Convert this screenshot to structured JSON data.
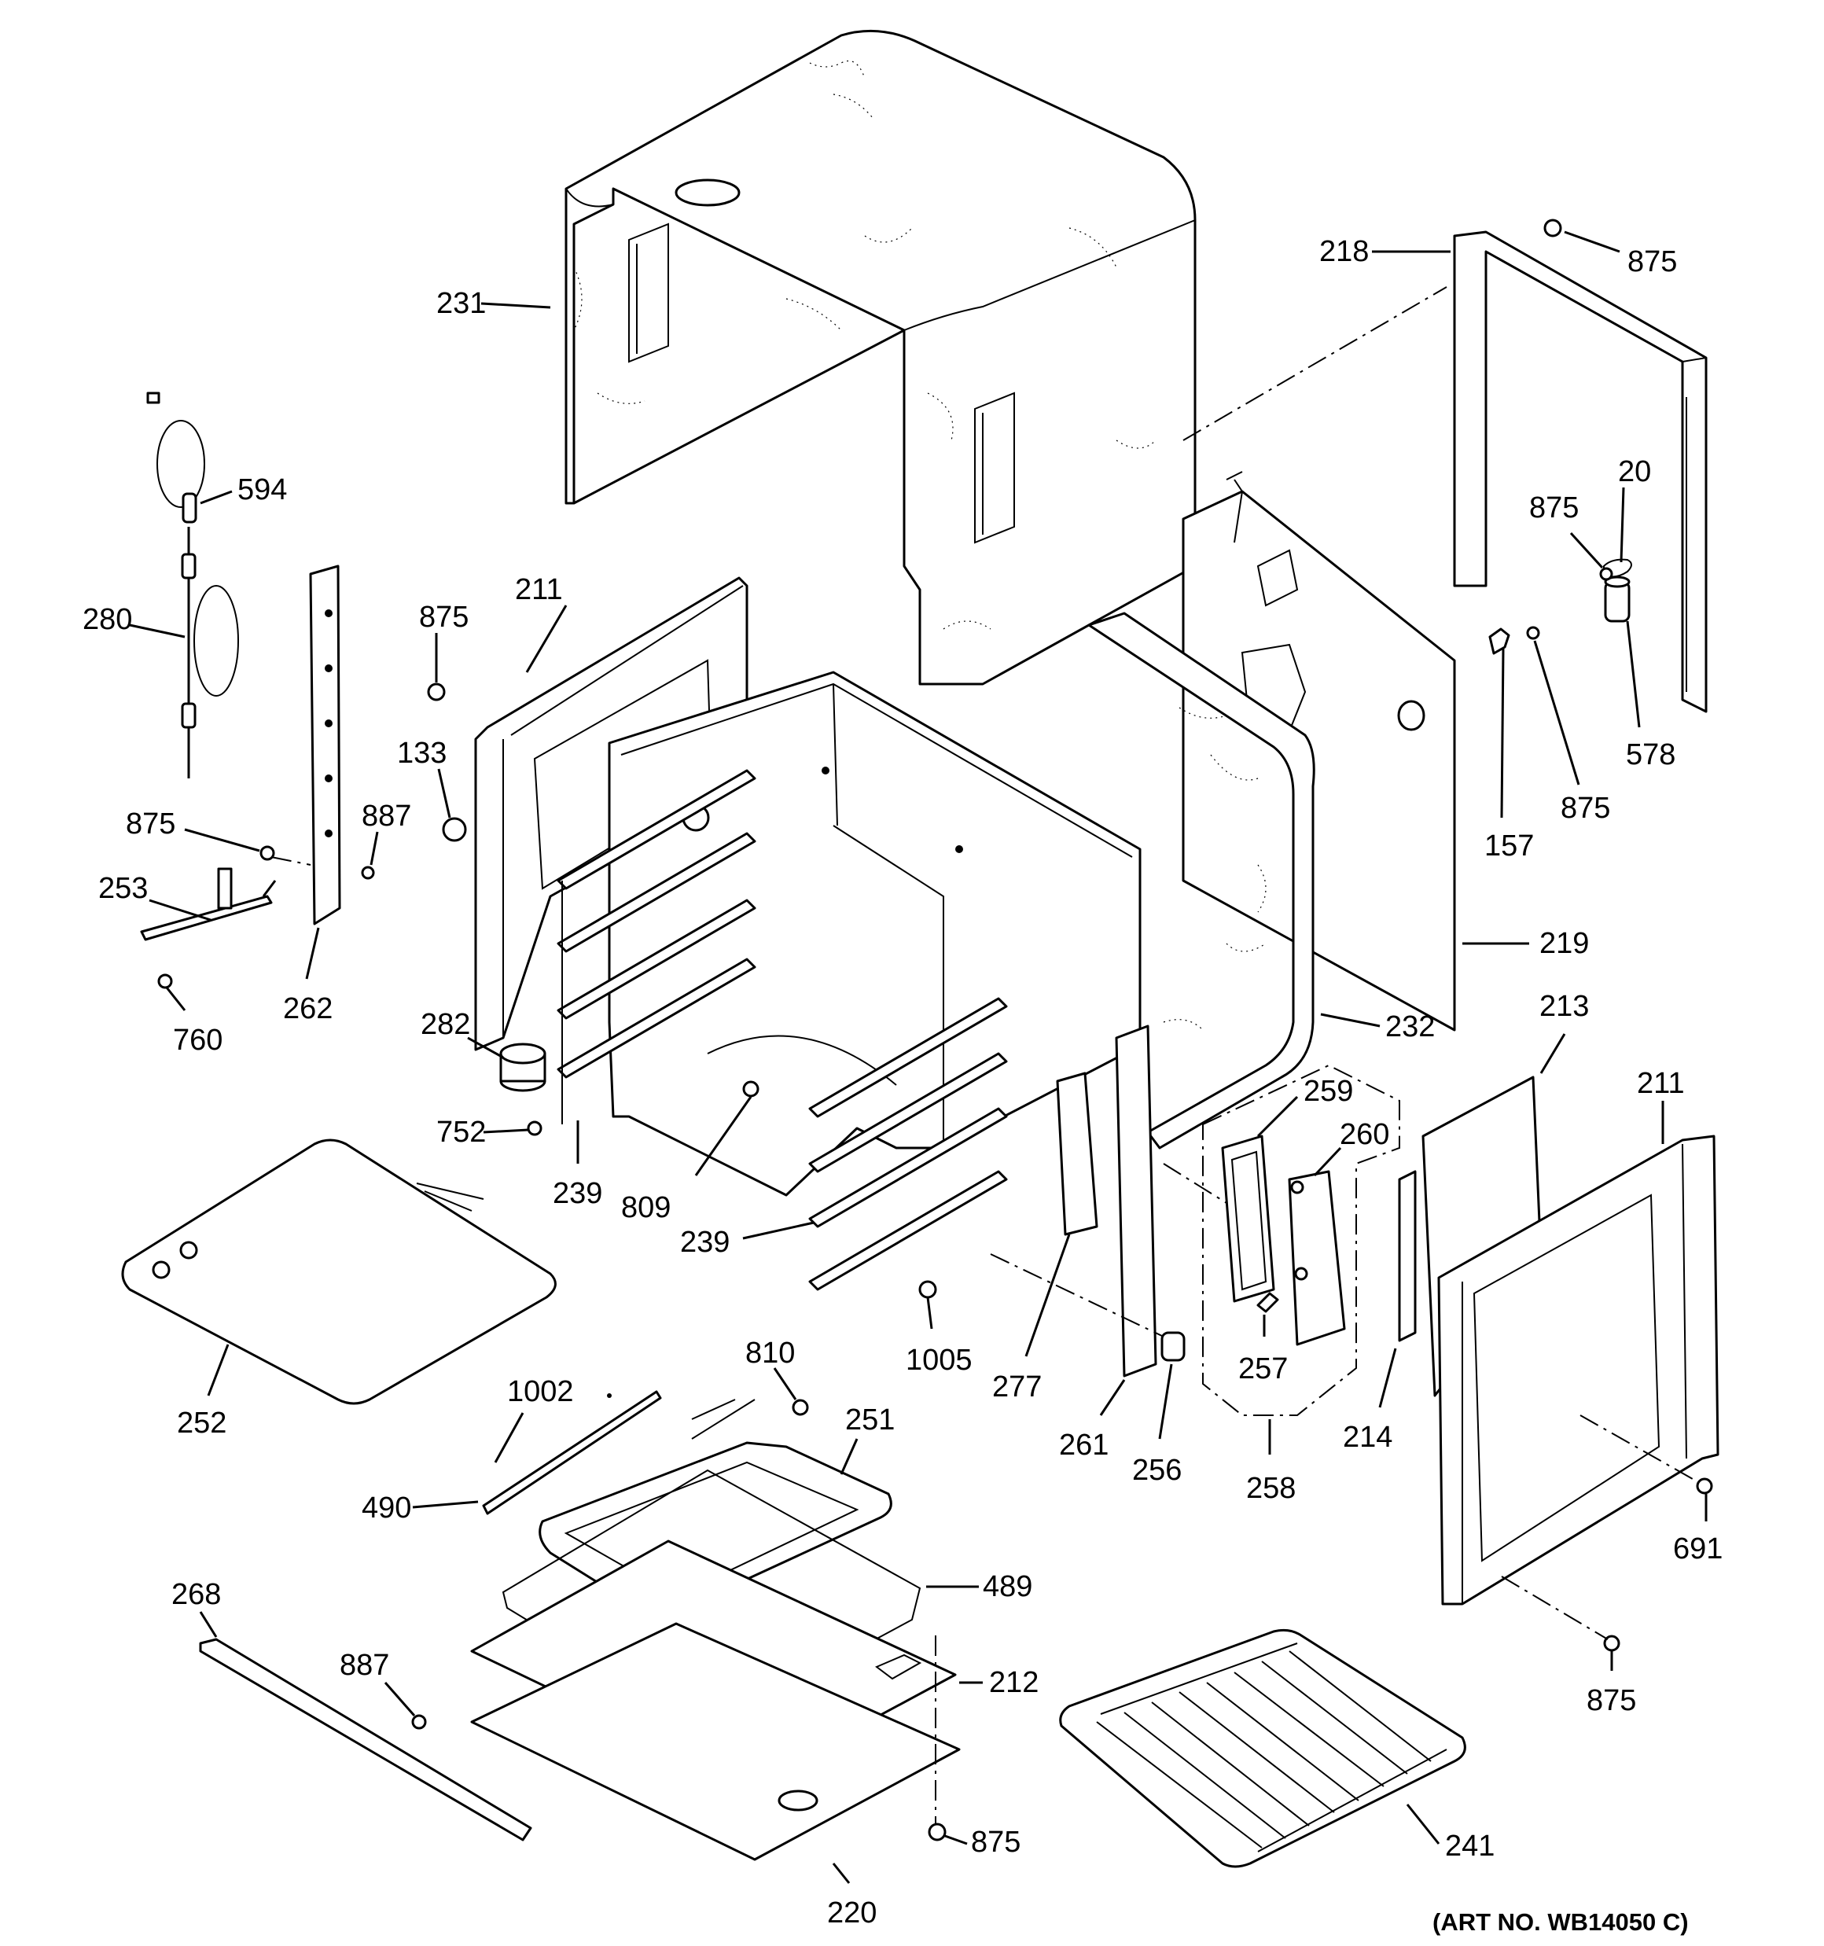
{
  "art_number": "(ART NO. WB14050 C)",
  "labels": {
    "p875": "875",
    "p218": "218",
    "p231": "231",
    "p594": "594",
    "p20": "20",
    "p280": "280",
    "p211": "211",
    "p133": "133",
    "p578": "578",
    "p157": "157",
    "p887": "887",
    "p253": "253",
    "p262": "262",
    "p760": "760",
    "p282": "282",
    "p219": "219",
    "p232": "232",
    "p213": "213",
    "p259": "259",
    "p260": "260",
    "p752": "752",
    "p239": "239",
    "p809": "809",
    "p1005": "1005",
    "p277": "277",
    "p252": "252",
    "p810": "810",
    "p1002": "1002",
    "p251": "251",
    "p490": "490",
    "p261": "261",
    "p256": "256",
    "p258": "258",
    "p257": "257",
    "p214": "214",
    "p691": "691",
    "p489": "489",
    "p268": "268",
    "p212": "212",
    "p241": "241",
    "p220": "220"
  }
}
